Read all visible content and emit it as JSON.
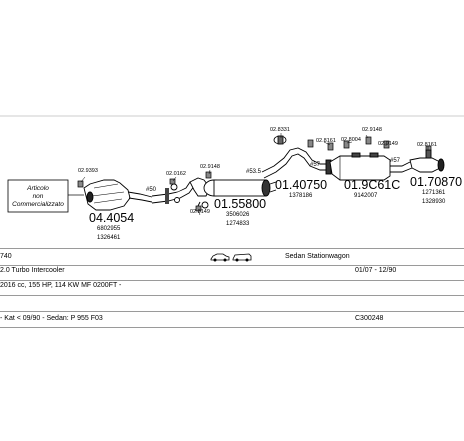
{
  "diagram": {
    "box_label": [
      "Articolo",
      "non",
      "Commercializzato"
    ],
    "part_numbers": [
      {
        "id": "p1",
        "text": "04.4054"
      },
      {
        "id": "p2",
        "text": "01.55800"
      },
      {
        "id": "p3",
        "text": "01.40750"
      },
      {
        "id": "p4",
        "text": "01.9C61C"
      },
      {
        "id": "p5",
        "text": "01.70870"
      }
    ],
    "oem_numbers": [
      {
        "id": "o1",
        "text": "6802955"
      },
      {
        "id": "o2",
        "text": "1326461"
      },
      {
        "id": "o3",
        "text": "3506026"
      },
      {
        "id": "o4",
        "text": "1274833"
      },
      {
        "id": "o5",
        "text": "1378186"
      },
      {
        "id": "o6",
        "text": "9142007"
      },
      {
        "id": "o7",
        "text": "1271361"
      },
      {
        "id": "o8",
        "text": "1328930"
      }
    ],
    "fitting_codes": [
      {
        "id": "f1",
        "text": "02.9393"
      },
      {
        "id": "f2",
        "text": "02.0162"
      },
      {
        "id": "f3",
        "text": "02.9148"
      },
      {
        "id": "f4",
        "text": "02.3149"
      },
      {
        "id": "f5",
        "text": "02.8331"
      },
      {
        "id": "f6",
        "text": "02.8161"
      },
      {
        "id": "f7",
        "text": "02.8004"
      },
      {
        "id": "f8",
        "text": "02.9148"
      },
      {
        "id": "f9",
        "text": "02.9149"
      },
      {
        "id": "f10",
        "text": "02.8161"
      }
    ],
    "diameters": [
      {
        "id": "d1",
        "text": "#50"
      },
      {
        "id": "d2",
        "text": "#53.5"
      },
      {
        "id": "d3",
        "text": "#57"
      },
      {
        "id": "d4",
        "text": "#57"
      }
    ]
  },
  "info": {
    "model": "740",
    "body_type": "Sedan Stationwagon",
    "engine": "2.0 Turbo Intercooler",
    "years": "01/07 - 12/90",
    "specs": "2016 cc, 155 HP, 114 KW MF 0200FT -",
    "notes": "- Kat < 09/90 - Sedan: P 955 F03",
    "code": "C300248"
  }
}
